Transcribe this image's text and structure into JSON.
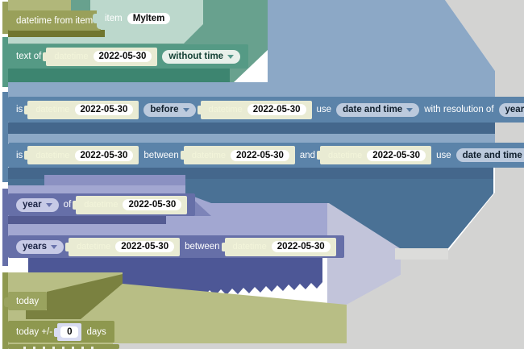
{
  "palette": {
    "olive_block": "#99a05a",
    "olive_medium": "#8e984f",
    "olive_dark": "#70762f",
    "olive_light": "#b8be85",
    "teal_block": "#559a85",
    "teal_light": "#bcd8cc",
    "teal_dark": "#3d8570",
    "blue_block": "#5b83a9",
    "blue_light": "#8ca8c6",
    "blue_dark": "#44678c",
    "blue_deep": "#4a7195",
    "purple_block": "#666fa8",
    "purple_light": "#a2a7d1",
    "navy": "#4d5796",
    "shadow_block": "#e9ebd3",
    "gray_background": "#d3d3d2"
  },
  "blocks": {
    "datetime_from_item": {
      "label": "datetime from item",
      "item": {
        "label": "item",
        "value": "MyItem"
      }
    },
    "text_of": {
      "label": "text of",
      "datetime": {
        "label": "datetime",
        "value": "2022-05-30"
      },
      "mode_dropdown": "without time"
    },
    "is_before": {
      "is_label": "is",
      "left": {
        "label": "datetime",
        "value": "2022-05-30"
      },
      "comparator_dropdown": "before",
      "right": {
        "label": "datetime",
        "value": "2022-05-30"
      },
      "use_label": "use",
      "use_dropdown": "date and time",
      "resolution_label": "with resolution of",
      "resolution_dropdown": "years"
    },
    "is_between": {
      "is_label": "is",
      "first": {
        "label": "datetime",
        "value": "2022-05-30"
      },
      "between_label": "between",
      "second": {
        "label": "datetime",
        "value": "2022-05-30"
      },
      "and_label": "and",
      "third": {
        "label": "datetime",
        "value": "2022-05-30"
      },
      "use_label": "use",
      "use_dropdown": "date and time"
    },
    "unit_of": {
      "unit_dropdown": "year",
      "of_label": "of",
      "datetime": {
        "label": "datetime",
        "value": "2022-05-30"
      }
    },
    "units_between": {
      "unit_dropdown": "years",
      "first": {
        "label": "datetime",
        "value": "2022-05-30"
      },
      "between_label": "between",
      "second": {
        "label": "datetime",
        "value": "2022-05-30"
      }
    },
    "today": {
      "label": "today"
    },
    "today_offset": {
      "label": "today +/-",
      "value": "0",
      "suffix": "days"
    }
  }
}
